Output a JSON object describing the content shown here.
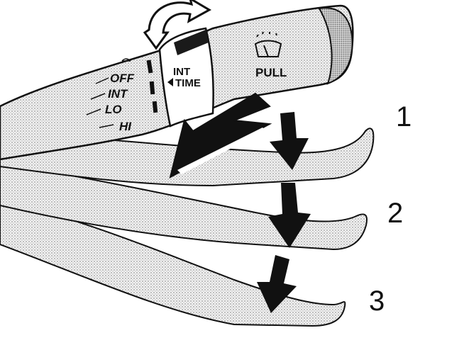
{
  "switch_positions": [
    "OFF",
    "INT",
    "LO",
    "HI"
  ],
  "knob": {
    "line1": "INT",
    "line2": "TIME"
  },
  "pull_label": "PULL",
  "steps": [
    "1",
    "2",
    "3"
  ],
  "colors": {
    "ink": "#111111",
    "shade": "#c9c9c9",
    "light": "#e9e9e9",
    "paper": "#ffffff"
  }
}
